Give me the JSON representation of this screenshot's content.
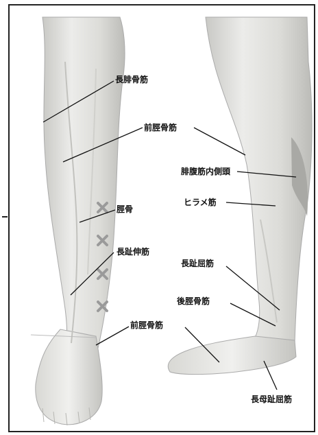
{
  "labels": {
    "peroneus_longus": "長腓骨筋",
    "tibialis_anterior_upper": "前脛骨筋",
    "gastrocnemius_medial": "腓腹筋内側頭",
    "tibia": "脛骨",
    "soleus": "ヒラメ筋",
    "extensor_digitorum_longus": "長趾伸筋",
    "flexor_digitorum_longus": "長趾屈筋",
    "tibialis_posterior": "後脛骨筋",
    "tibialis_anterior_lower": "前脛骨筋",
    "flexor_hallucis_longus": "長母趾屈筋"
  },
  "colors": {
    "marker": "#9a9a9a",
    "line": "#111111",
    "skin_light": "#eeeeec",
    "skin_mid": "#d6d6d3",
    "skin_dark": "#b9b9b5"
  }
}
